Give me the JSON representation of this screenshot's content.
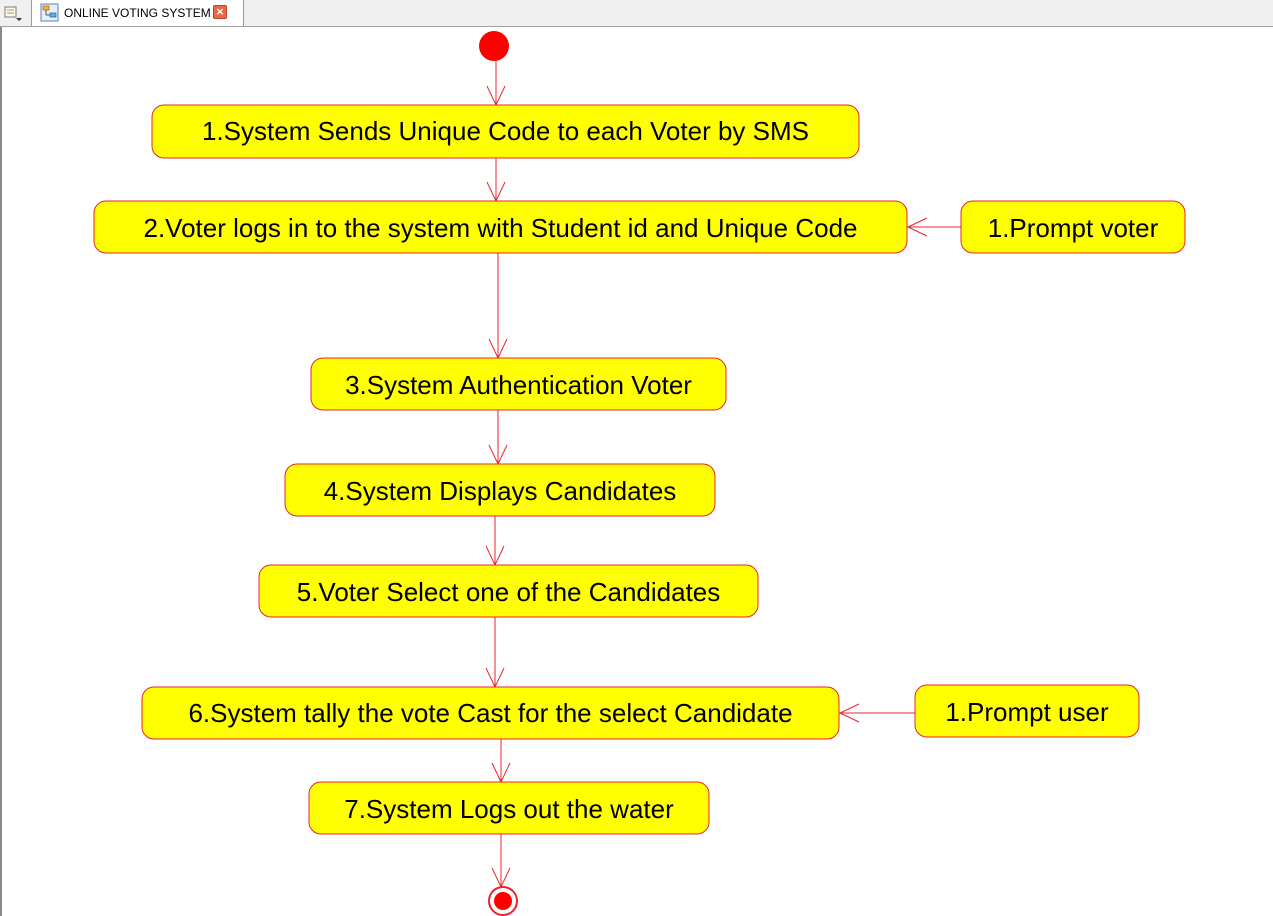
{
  "tab": {
    "title": "ONLINE VOTING SYSTEM",
    "close_symbol": "×",
    "icon": "diagram-file-icon",
    "menu_icon": "document-menu-icon"
  },
  "diagram": {
    "start": "initial-node",
    "end": "final-node",
    "activities": [
      "1.System Sends Unique Code to each Voter by SMS",
      "2.Voter logs in to the system with Student id and Unique Code",
      "3.System Authentication Voter",
      "4.System Displays Candidates",
      "5.Voter Select one of the Candidates",
      "6.System tally the vote Cast for the select Candidate",
      "7.System Logs out the water"
    ],
    "side_activities": [
      {
        "label": "1.Prompt voter",
        "target": "2.Voter logs in to the system with Student id and Unique Code"
      },
      {
        "label": "1.Prompt user",
        "target": "6.System tally the vote Cast for the select Candidate"
      }
    ],
    "colors": {
      "node_fill": "#ffff00",
      "node_border": "#e8242c",
      "edge": "#e8242c",
      "start_fill": "#ff0000"
    }
  }
}
